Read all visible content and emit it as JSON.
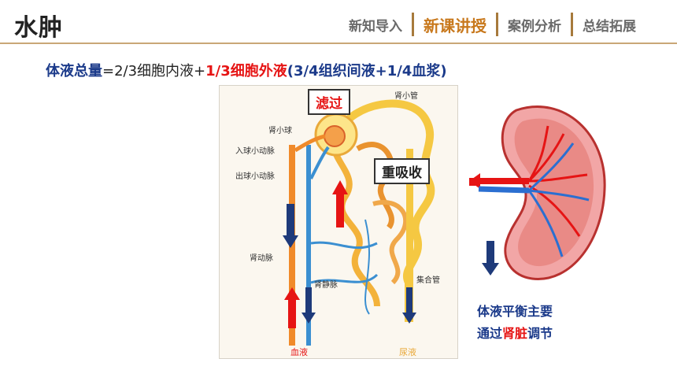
{
  "header": {
    "title": "水肿",
    "tabs": [
      {
        "label": "新知导入",
        "active": false
      },
      {
        "label": "新课讲授",
        "active": true
      },
      {
        "label": "案例分析",
        "active": false
      },
      {
        "label": "总结拓展",
        "active": false
      }
    ]
  },
  "formula": {
    "term": "体液总量",
    "part1": "=2/3细胞内液+",
    "part2": "1/3细胞外液",
    "part3": "(3/4组织间液+1/4血浆)"
  },
  "diagram": {
    "filter_tag": "滤过",
    "reabsorb_tag": "重吸收",
    "labels": {
      "tubule": "肾小管",
      "glomerulus": "肾小球",
      "afferent": "入球小动脉",
      "efferent": "出球小动脉",
      "artery": "肾动脉",
      "vein": "肾静脉",
      "duct": "集合管",
      "blood": "血液",
      "urine": "尿液"
    }
  },
  "note": {
    "line1": "体液平衡主要",
    "line2_a": "通过",
    "line2_b": "肾脏",
    "line2_c": "调节"
  },
  "colors": {
    "accent": "#c8781c",
    "navy": "#1b3a8a",
    "red": "#e61414",
    "artery": "#f08a2a",
    "vein": "#3b8fd1",
    "tubule": "#f5c842"
  }
}
